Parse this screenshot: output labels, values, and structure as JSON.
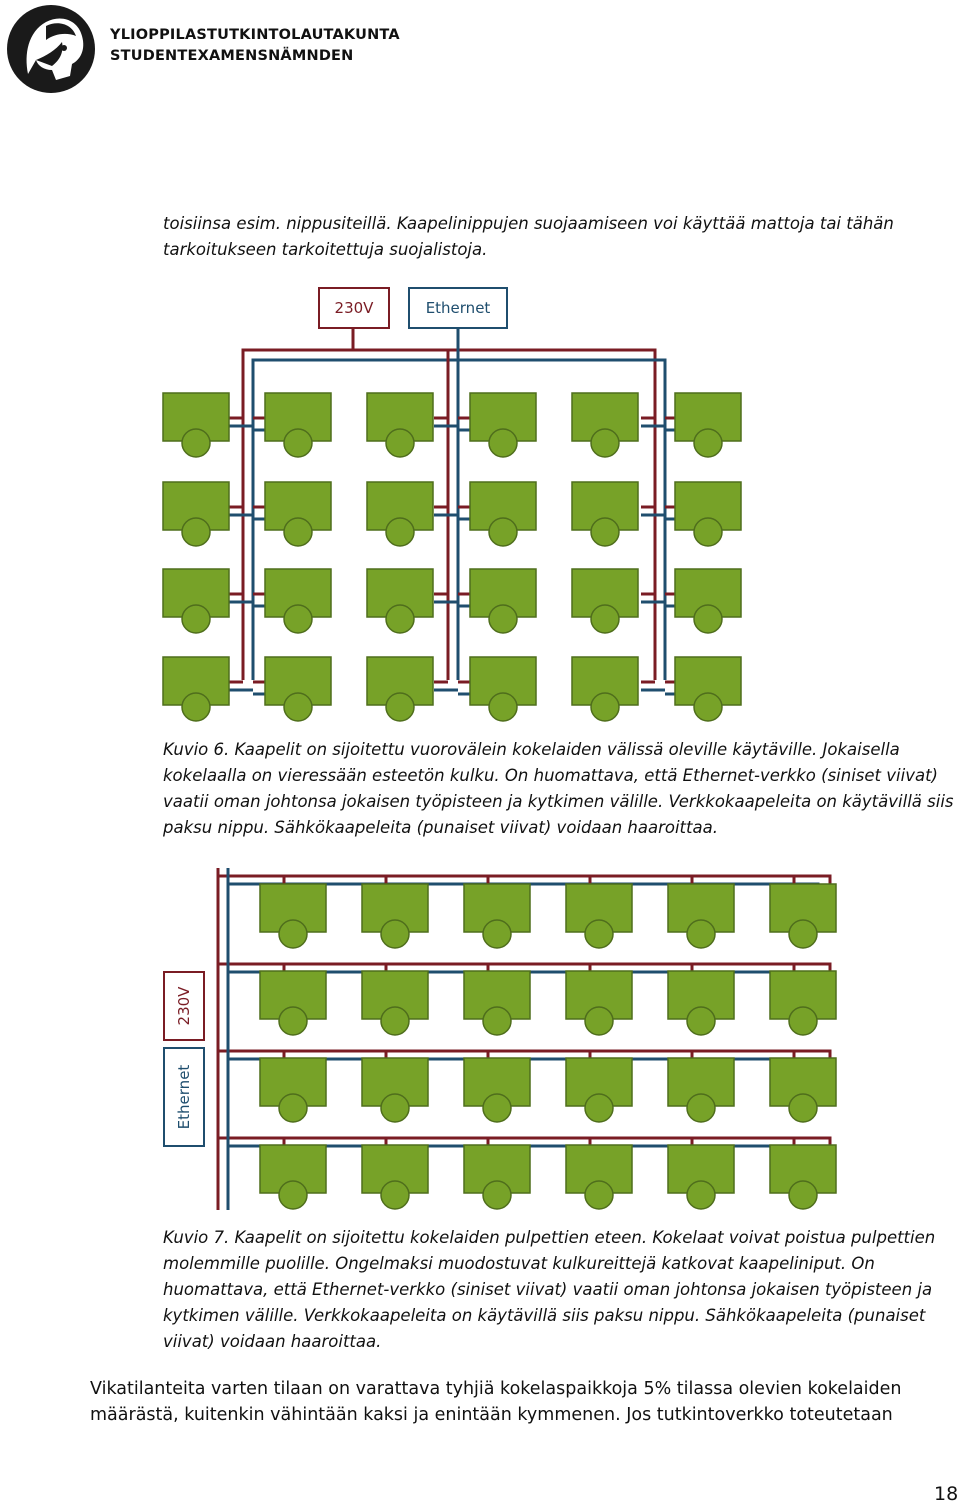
{
  "header": {
    "org_line1": "YLIOPPILASTUTKINTOLAUTAKUNTA",
    "org_line2": "STUDENTEXAMENSNÄMNDEN",
    "logo_icon": "spartan-helmet-head-icon"
  },
  "intro_lines": [
    "toisiinsa esim. nippusiteillä. Kaapelinippujen suojaamiseen voi käyttää mattoja tai tähän",
    "tarkoitukseen tarkoitettuja suojalistoja."
  ],
  "figure6": {
    "label_power": "230V",
    "label_ethernet": "Ethernet",
    "rows": 4,
    "cols": 6,
    "caption_lines": [
      "Kuvio 6. Kaapelit on sijoitettu vuorovälein kokelaiden välissä oleville käytäville. Jokaisella",
      "kokelaalla on vieressään esteetön kulku. On huomattava, että Ethernet-verkko (siniset viivat)",
      "vaatii oman johtonsa jokaisen työpisteen ja kytkimen välille. Verkkokaapeleita on käytävillä siis",
      "paksu nippu. Sähkökaapeleita (punaiset viivat) voidaan haaroittaa."
    ]
  },
  "figure7": {
    "label_power": "230V",
    "label_ethernet": "Ethernet",
    "rows": 4,
    "cols": 6,
    "caption_lines": [
      "Kuvio 7. Kaapelit on sijoitettu kokelaiden pulpettien eteen. Kokelaat voivat poistua pulpettien",
      "molemmille puolille. Ongelmaksi muodostuvat kulkureittejä katkovat kaapeliniput. On",
      "huomattava, että Ethernet-verkko (siniset viivat) vaatii oman johtonsa jokaisen työpisteen ja",
      "kytkimen välille. Verkkokaapeleita on käytävillä siis paksu nippu. Sähkökaapeleita (punaiset",
      "viivat) voidaan haaroittaa."
    ]
  },
  "body_lines": [
    "Vikatilanteita varten tilaan on varattava tyhjiä kokelaspaikkoja 5% tilassa olevien kokelaiden",
    "määrästä, kuitenkin vähintään kaksi ja enintään kymmenen. Jos tutkintoverkko toteutetaan"
  ],
  "page_number": "18",
  "colors": {
    "power": "#7a1c24",
    "ethernet": "#1f4e6e",
    "desk_fill": "#77a228",
    "desk_stroke": "#4f6e1c"
  }
}
